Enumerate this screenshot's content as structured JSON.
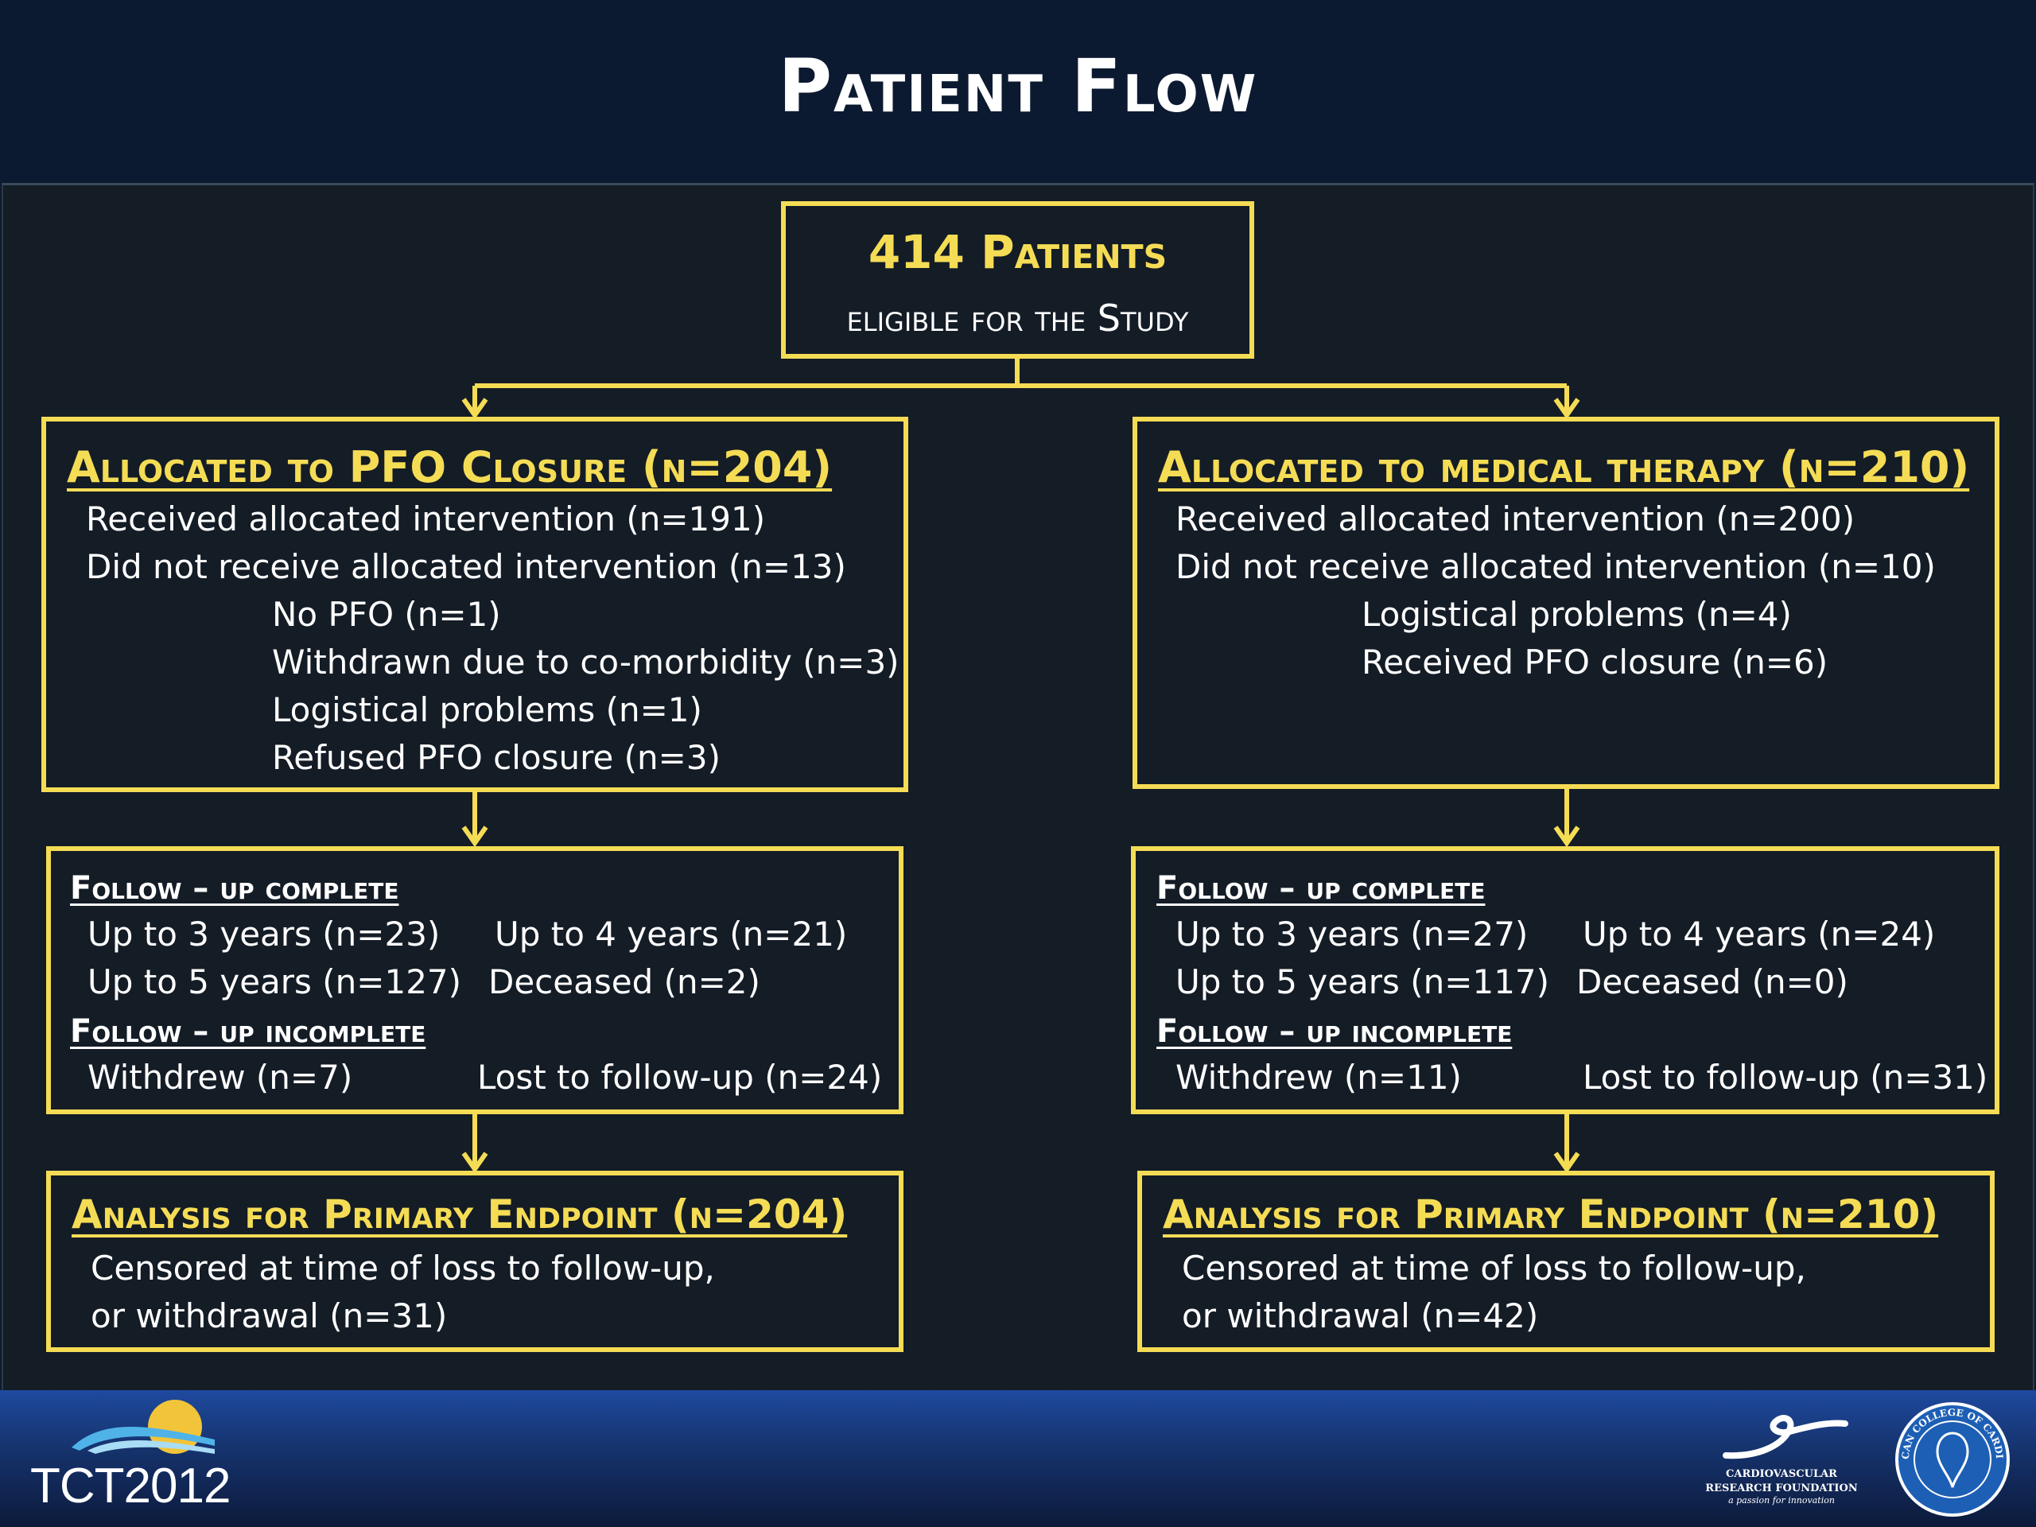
{
  "title": "Patient Flow",
  "colors": {
    "accent": "#f5dc55",
    "background": "#141c26",
    "header": "#0c1a31"
  },
  "top_box": {
    "line1": "414 Patients",
    "line2": "eligible for the Study"
  },
  "left": {
    "allocated": {
      "heading": "Allocated to PFO Closure (n=204)",
      "received": "Received allocated intervention (n=191)",
      "not_received": "Did not receive allocated intervention (n=13)",
      "reasons": [
        "No PFO (n=1)",
        "Withdrawn due to co-morbidity (n=3)",
        "Logistical problems (n=1)",
        "Refused PFO closure (n=3)"
      ]
    },
    "followup": {
      "complete_heading": "Follow – up complete",
      "up3": "Up to 3 years (n=23)",
      "up4": "Up to 4 years (n=21)",
      "up5": "Up to 5 years (n=127)",
      "deceased": "Deceased (n=2)",
      "incomplete_heading": "Follow – up incomplete",
      "withdrew": "Withdrew (n=7)",
      "lost": "Lost to follow-up (n=24)"
    },
    "analysis": {
      "heading": "Analysis for Primary Endpoint (n=204)",
      "line1": "Censored at time of loss to follow-up,",
      "line2": "or withdrawal (n=31)"
    }
  },
  "right": {
    "allocated": {
      "heading": "Allocated to medical therapy (n=210)",
      "received": "Received allocated intervention (n=200)",
      "not_received": "Did not receive allocated intervention (n=10)",
      "reasons": [
        "Logistical problems (n=4)",
        "Received PFO closure (n=6)"
      ]
    },
    "followup": {
      "complete_heading": "Follow – up complete",
      "up3": "Up to 3 years (n=27)",
      "up4": "Up to 4 years (n=24)",
      "up5": "Up to 5 years (n=117)",
      "deceased": "Deceased (n=0)",
      "incomplete_heading": "Follow – up incomplete",
      "withdrew": "Withdrew (n=11)",
      "lost": "Lost to follow-up (n=31)"
    },
    "analysis": {
      "heading": "Analysis for Primary Endpoint (n=210)",
      "line1": "Censored at time of loss to follow-up,",
      "line2": "or withdrawal (n=42)"
    }
  },
  "footer": {
    "tct_logo_text": "TCT2012",
    "crf_line1": "CARDIOVASCULAR",
    "crf_line2": "RESEARCH FOUNDATION",
    "crf_tagline": "a passion for innovation",
    "acc_seal_text": "AMERICAN COLLEGE OF CARDIOLOGY"
  }
}
